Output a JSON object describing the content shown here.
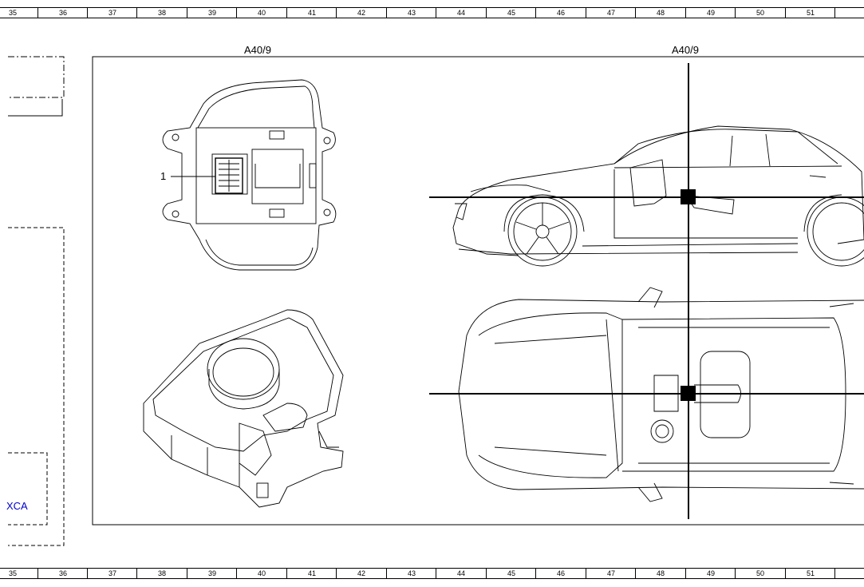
{
  "ruler_numbers": [
    "35",
    "36",
    "37",
    "38",
    "39",
    "40",
    "41",
    "42",
    "43",
    "44",
    "45",
    "46",
    "47",
    "48",
    "49",
    "50",
    "51"
  ],
  "figure": {
    "label_left": "A40/9",
    "label_right": "A40/9",
    "callout_number": "1"
  },
  "left_panel": {
    "link_text": "XCA",
    "link_color": "#0000cc"
  }
}
